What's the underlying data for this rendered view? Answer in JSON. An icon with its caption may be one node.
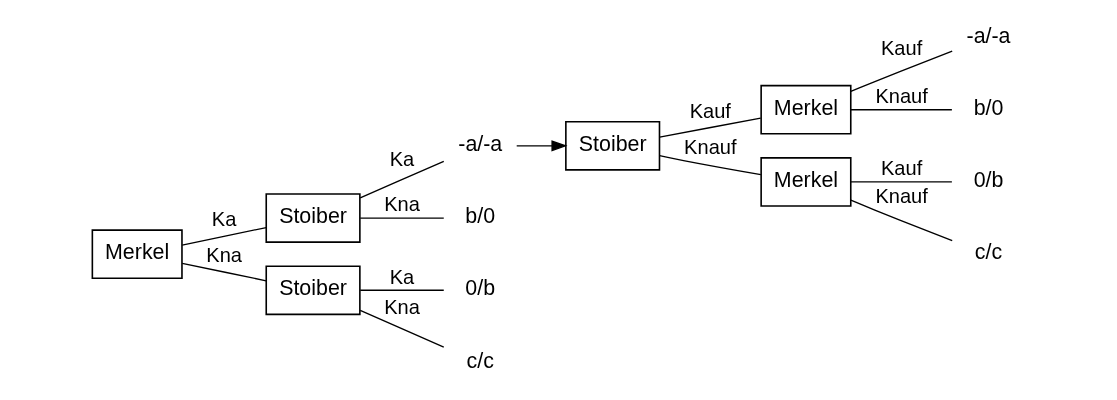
{
  "diagram": {
    "nodes": [
      {
        "text": [
          "Merkel"
        ]
      },
      {
        "text": [
          "Stoiber"
        ]
      },
      {
        "text": [
          "-a/-a"
        ]
      },
      {
        "text": [
          "b/0"
        ]
      },
      {
        "text": [
          "Stoiber"
        ]
      },
      {
        "text": [
          "0/b"
        ]
      },
      {
        "text": [
          "c/c"
        ]
      },
      {
        "text": [
          "Stoiber"
        ]
      },
      {
        "text": [
          "Merkel"
        ]
      },
      {
        "text": [
          "-a/-a"
        ]
      },
      {
        "text": [
          "b/0"
        ]
      },
      {
        "text": [
          "Merkel"
        ]
      },
      {
        "text": [
          "0/b"
        ]
      },
      {
        "text": [
          "c/c"
        ]
      }
    ],
    "edges": [
      {
        "from": 0,
        "to": 1,
        "arrow": "none",
        "label": "Ka"
      },
      {
        "from": 0,
        "to": 4,
        "arrow": "none",
        "label": "Kna"
      },
      {
        "from": 1,
        "to": 2,
        "arrow": "none",
        "label": "Ka"
      },
      {
        "from": 1,
        "to": 3,
        "arrow": "none",
        "label": "Kna"
      },
      {
        "from": 4,
        "to": 5,
        "arrow": "none",
        "label": "Ka"
      },
      {
        "from": 4,
        "to": 6,
        "arrow": "none",
        "label": "Kna"
      },
      {
        "from": 2,
        "to": 7,
        "arrow": "to"
      },
      {
        "from": 7,
        "to": 8,
        "arrow": "none",
        "label": "Kauf"
      },
      {
        "from": 7,
        "to": 11,
        "arrow": "none",
        "label": "Knauf"
      },
      {
        "from": 8,
        "to": 9,
        "arrow": "none",
        "label": "Kauf"
      },
      {
        "from": 8,
        "to": 10,
        "arrow": "none",
        "label": "Knauf"
      },
      {
        "from": 11,
        "to": 12,
        "arrow": "none",
        "label": "Kauf"
      },
      {
        "from": 11,
        "to": 13,
        "arrow": "none",
        "label": "Knauf"
      }
    ]
  }
}
